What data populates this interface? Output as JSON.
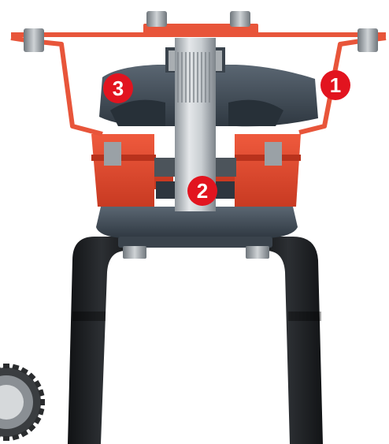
{
  "callouts": [
    {
      "id": "1",
      "label": "1"
    },
    {
      "id": "2",
      "label": "2"
    },
    {
      "id": "3",
      "label": "3"
    }
  ],
  "colors": {
    "housing_red": "#e0452b",
    "housing_dark_red": "#b8321c",
    "frame_orange": "#e8553a",
    "cast_grey": "#4a5561",
    "cast_dark": "#2e363f",
    "shaft_light": "#cfd3d6",
    "shaft_mid": "#a7adb2",
    "blade_black": "#1d1f22",
    "badge_red": "#e2141f"
  }
}
